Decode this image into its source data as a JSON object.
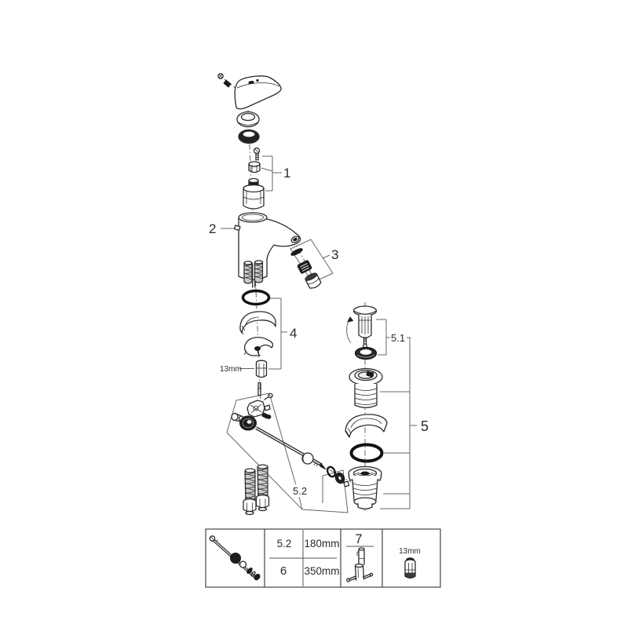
{
  "colors": {
    "background": "#ffffff",
    "part_line": "#2b2b2b",
    "leader_line": "#666666",
    "dark_fill": "#1c1c1c",
    "label_text": "#2a2a2a"
  },
  "callouts": {
    "part1": "1",
    "part2": "2",
    "part3": "3",
    "part4": "4",
    "part5": "5",
    "part5_1": "5.1",
    "part5_2": "5.2",
    "wrench_size_label": "13mm"
  },
  "table": {
    "dimension_rows": [
      {
        "ref": "5.2",
        "length": "180mm"
      },
      {
        "ref": "6",
        "length": "350mm"
      }
    ],
    "tool_ref": "7",
    "socket_size_label": "13mm"
  }
}
